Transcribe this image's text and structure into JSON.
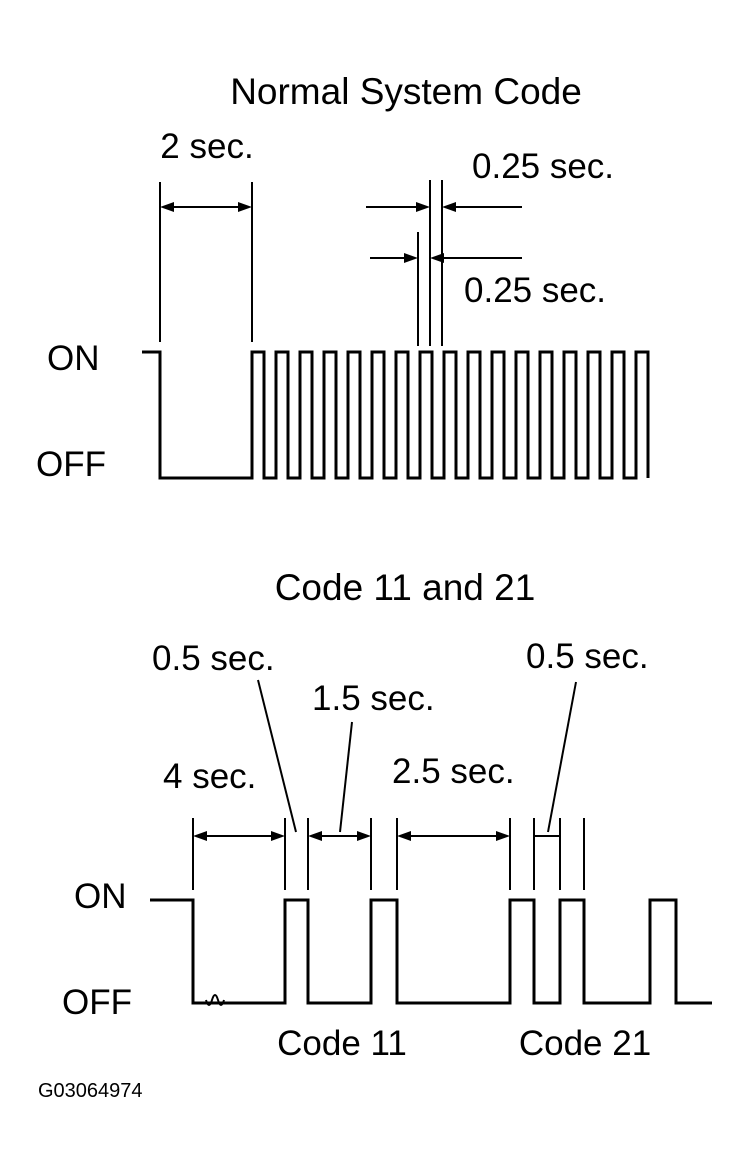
{
  "normal": {
    "title": "Normal System Code",
    "dim_start": "2 sec.",
    "dim_on": "0.25 sec.",
    "dim_off": "0.25 sec.",
    "on_label": "ON",
    "off_label": "OFF"
  },
  "codes": {
    "title": "Code 11 and 21",
    "dim_start": "4 sec.",
    "dim_pulse_11": "0.5 sec.",
    "dim_gap_11": "1.5 sec.",
    "dim_gap_between": "2.5 sec.",
    "dim_pulse_21": "0.5 sec.",
    "on_label": "ON",
    "off_label": "OFF",
    "code11_label": "Code 11",
    "code21_label": "Code 21"
  },
  "figure_id": "G03064974"
}
